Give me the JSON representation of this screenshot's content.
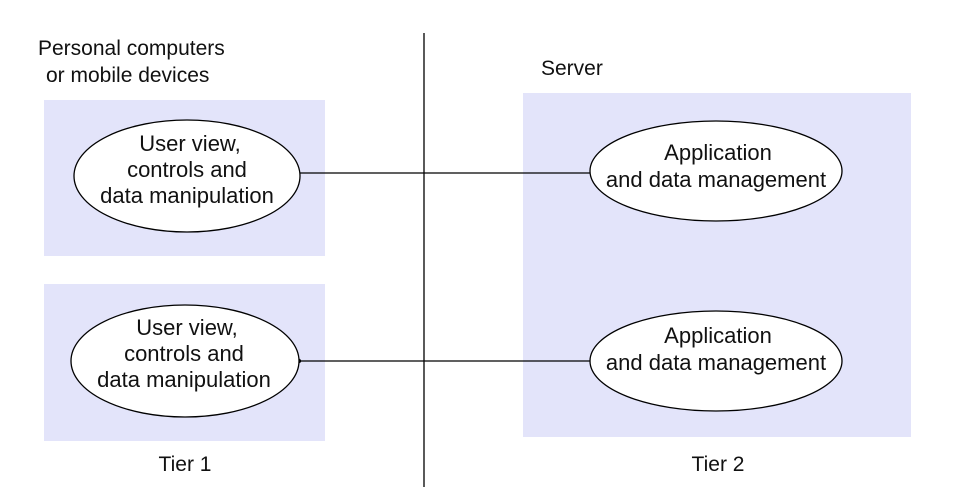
{
  "colors": {
    "panel_fill": "#e3e4fa",
    "ellipse_fill": "#ffffff",
    "stroke": "#000000",
    "text": "#111111"
  },
  "tier1": {
    "heading": [
      "Personal computers",
      "or mobile devices"
    ],
    "label": "Tier 1",
    "client_top": [
      "User view,",
      "controls and",
      "data manipulation"
    ],
    "client_bottom": [
      "User view,",
      "controls and",
      "data manipulation"
    ]
  },
  "tier2": {
    "heading": "Server",
    "label": "Tier 2",
    "server_top": [
      "Application",
      "and data management"
    ],
    "server_bottom": [
      "Application",
      "and data management"
    ]
  }
}
